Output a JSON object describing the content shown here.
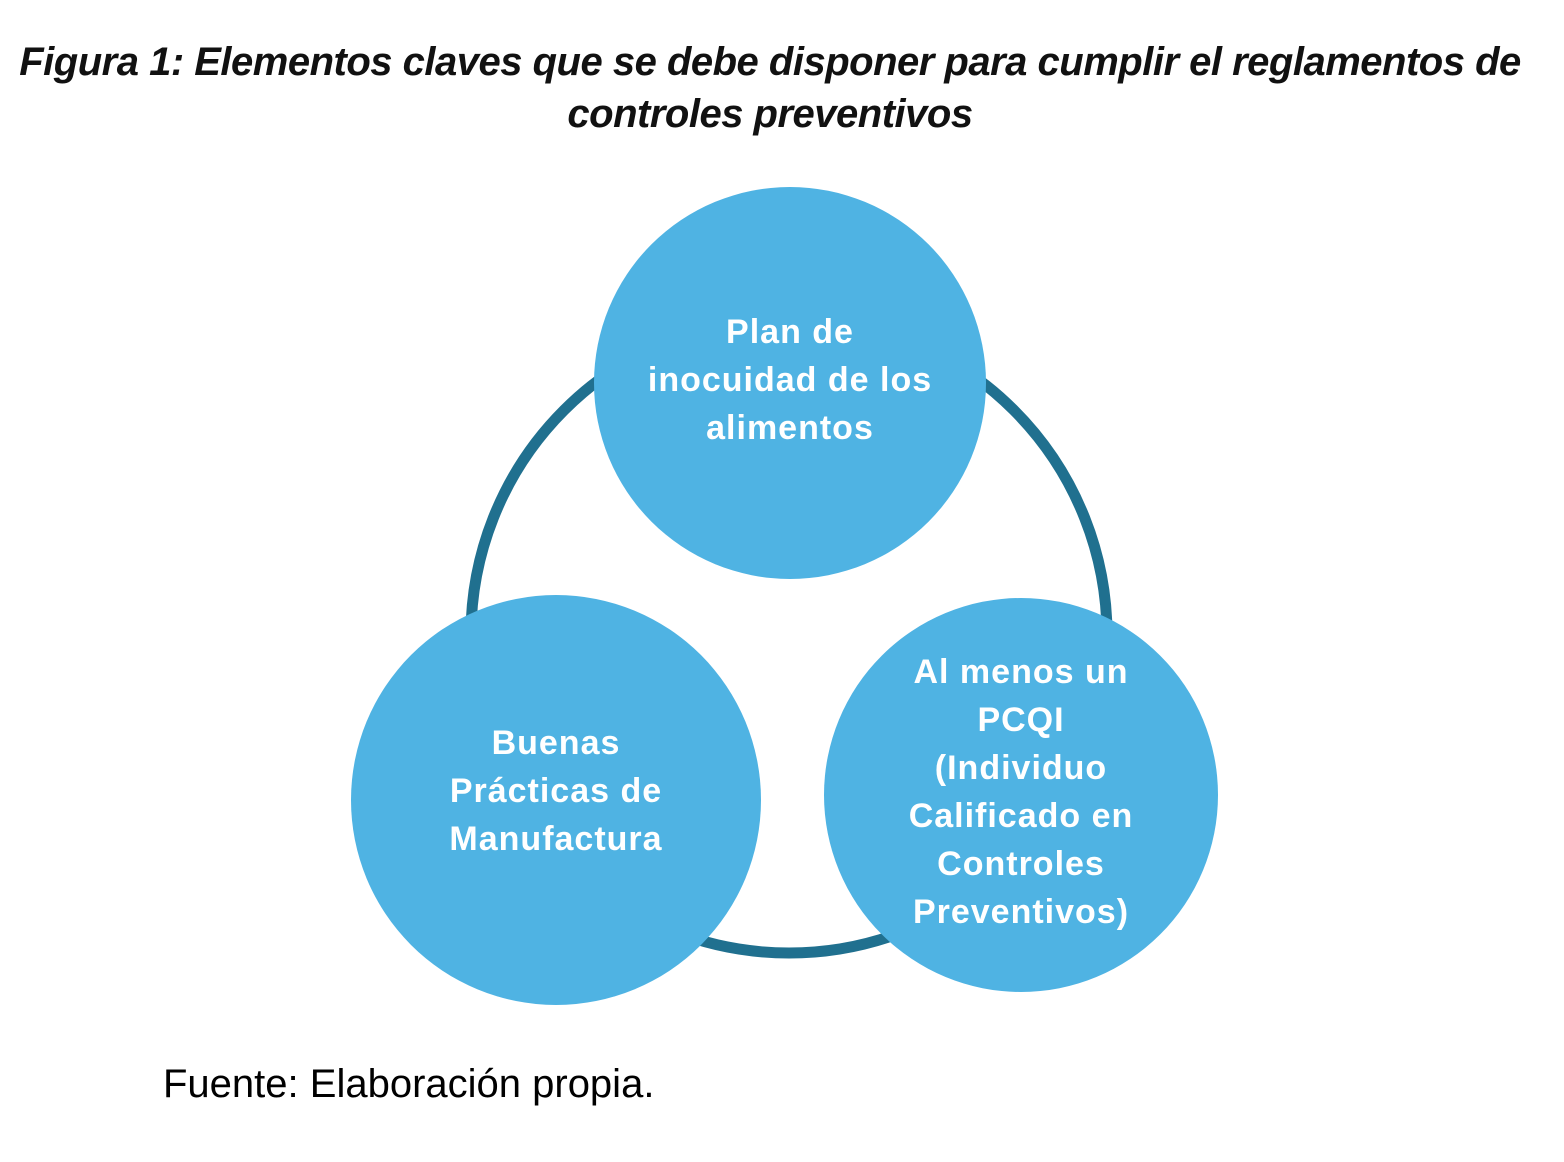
{
  "title": {
    "line1": "Figura 1: Elementos claves que se debe disponer para cumplir",
    "line2": "el reglamentos de controles preventivos"
  },
  "diagram": {
    "colors": {
      "circle_fill": "#4FB3E3",
      "ring_stroke": "#20708F",
      "label_text": "#FFFFFF"
    },
    "nodes": [
      {
        "id": "plan-inocuidad",
        "lines": [
          "Plan de",
          "inocuidad de los",
          "alimentos"
        ]
      },
      {
        "id": "buenas-practicas",
        "lines": [
          "Buenas",
          "Prácticas de",
          "Manufactura"
        ]
      },
      {
        "id": "pcqi",
        "lines": [
          "Al menos un",
          "PCQI",
          "(Individuo",
          "Calificado en",
          "Controles",
          "Preventivos)"
        ]
      }
    ]
  },
  "source": {
    "text": "Fuente: Elaboración propia."
  }
}
